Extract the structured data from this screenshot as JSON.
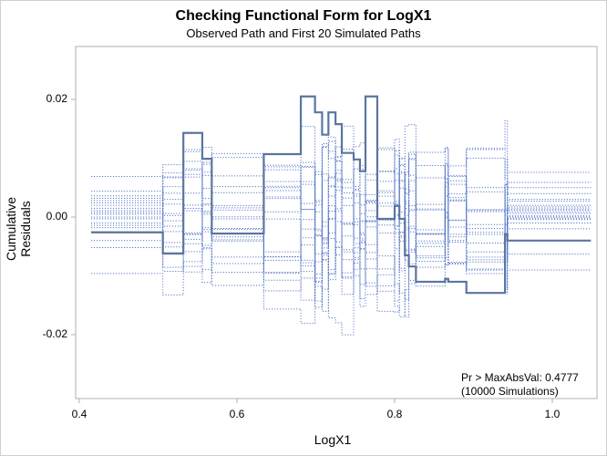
{
  "chart_data": {
    "type": "line",
    "title": "Checking Functional Form for LogX1",
    "subtitle": "Observed Path and First 20 Simulated Paths",
    "xlabel": "LogX1",
    "ylabel": "Cumulative Residuals",
    "xlim": [
      0.4,
      1.05
    ],
    "ylim": [
      -0.03,
      0.028
    ],
    "x_ticks": [
      "0.4",
      "0.6",
      "0.8",
      "1.0"
    ],
    "y_ticks": [
      "0.02",
      "0.00",
      "-0.02"
    ],
    "grid": false,
    "legend": null,
    "inset_text": [
      "Pr > MaxAbsVal: 0.4777",
      "(10000 Simulations)"
    ],
    "series": [
      {
        "name": "Observed Path",
        "style": "step-solid",
        "color": "#5a75a0",
        "x": [
          0.415,
          0.506,
          0.532,
          0.556,
          0.568,
          0.634,
          0.681,
          0.699,
          0.708,
          0.716,
          0.725,
          0.733,
          0.748,
          0.756,
          0.763,
          0.778,
          0.8,
          0.806,
          0.813,
          0.818,
          0.827,
          0.864,
          0.868,
          0.891,
          0.94,
          0.943,
          1.049
        ],
        "y": [
          -0.0026,
          -0.0062,
          0.0143,
          0.0099,
          -0.0028,
          0.0107,
          0.0205,
          0.0178,
          0.014,
          0.0178,
          0.0158,
          0.0109,
          0.0098,
          0.0078,
          0.0205,
          -0.0003,
          0.0019,
          -0.0003,
          -0.0065,
          -0.0084,
          -0.011,
          -0.0105,
          -0.011,
          -0.0129,
          -0.0029,
          -0.004,
          -0.004
        ]
      },
      {
        "name": "Simulated Paths (20)",
        "style": "step-dotted",
        "color": "#3a5fbf",
        "count": 20,
        "y_range_approx": [
          -0.031,
          0.028
        ]
      }
    ]
  },
  "labels": {
    "title": "Checking Functional Form for LogX1",
    "subtitle": "Observed Path and First 20 Simulated Paths",
    "xlabel": "LogX1",
    "ylabel": "Cumulative Residuals",
    "inset_line1": "Pr > MaxAbsVal: 0.4777",
    "inset_line2": "(10000 Simulations)",
    "xticks": [
      "0.4",
      "0.6",
      "0.8",
      "1.0"
    ],
    "yticks": [
      "0.02",
      "0.00",
      "-0.02"
    ]
  },
  "colors": {
    "observed": "#5a75a0",
    "simulated": "#3a5fbf",
    "axis": "#b0b0b0"
  }
}
